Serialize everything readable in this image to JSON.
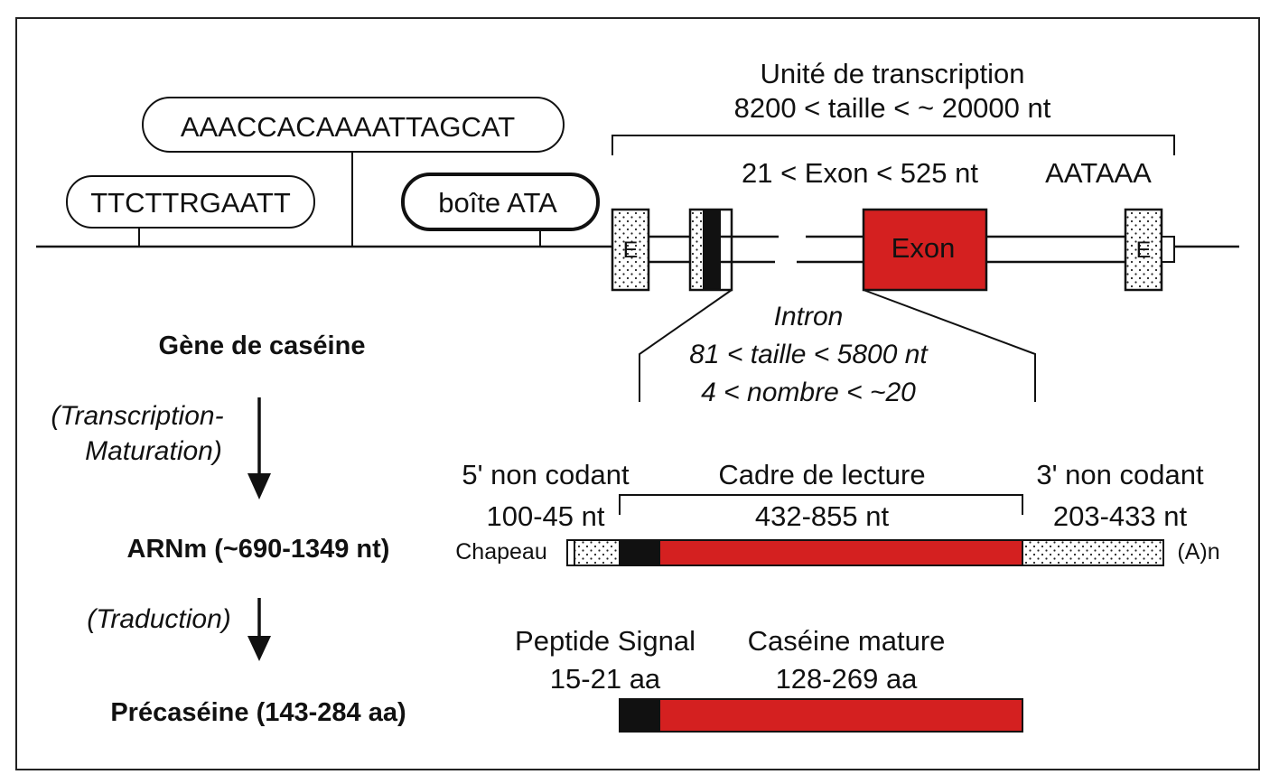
{
  "promoter": {
    "seq_top": "AAACCACAAAATTAGCAT",
    "seq_left": "TTCTTRGAATT",
    "ata_box": "boîte ATA"
  },
  "transcription_unit": {
    "title": "Unité de transcription",
    "size": "8200 < taille < ~ 20000 nt"
  },
  "gene": {
    "exon_range": "21 < Exon < 525 nt",
    "polya_signal": "AATAAA",
    "exon_label": "Exon",
    "small_exon_label": "E",
    "intron_title": "Intron",
    "intron_size": "81 < taille < 5800 nt",
    "intron_count": "4 < nombre < ~20",
    "name": "Gène de caséine"
  },
  "steps": {
    "transcription_line1": "(Transcription-",
    "transcription_line2": "Maturation)",
    "translation": "(Traduction)"
  },
  "mrna": {
    "name": "ARNm (~690-1349 nt)",
    "five_utr": "5' non codant",
    "five_utr_size": "100-45 nt",
    "orf": "Cadre de lecture",
    "orf_size": "432-855 nt",
    "three_utr": "3' non codant",
    "three_utr_size": "203-433 nt",
    "cap": "Chapeau",
    "polya": "(A)n"
  },
  "protein": {
    "name": "Précaséine (143-284 aa)",
    "signal": "Peptide Signal",
    "signal_size": "15-21 aa",
    "mature": "Caséine mature",
    "mature_size": "128-269 aa"
  },
  "colors": {
    "exon_red": "#d42020",
    "black": "#111111"
  }
}
